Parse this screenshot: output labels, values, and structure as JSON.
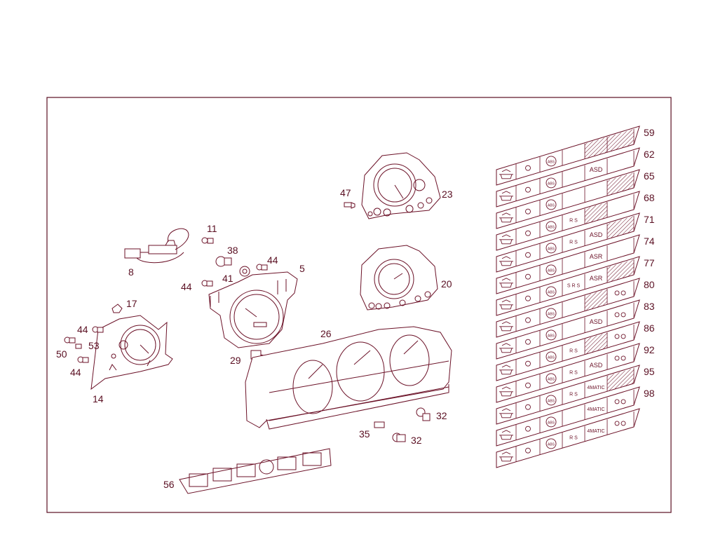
{
  "colors": {
    "line": "#6b1127",
    "label": "#5a0f22",
    "background": "#ffffff"
  },
  "parts": {
    "p5": "5",
    "p8": "8",
    "p11": "11",
    "p14": "14",
    "p17": "17",
    "p20": "20",
    "p23": "23",
    "p26": "26",
    "p29": "29",
    "p32a": "32",
    "p32b": "32",
    "p35": "35",
    "p38": "38",
    "p41": "41",
    "p44a": "44",
    "p44b": "44",
    "p44c": "44",
    "p44d": "44",
    "p47": "47",
    "p50": "50",
    "p53": "53",
    "p56": "56"
  },
  "strips": [
    {
      "num": "59",
      "rs": "",
      "code": "",
      "hatch": [
        "a",
        "b"
      ],
      "oo": false
    },
    {
      "num": "62",
      "rs": "",
      "code": "ASD",
      "hatch": [],
      "oo": false
    },
    {
      "num": "65",
      "rs": "",
      "code": "",
      "hatch": [
        "b"
      ],
      "oo": false
    },
    {
      "num": "68",
      "rs": "R S",
      "code": "",
      "hatch": [
        "a"
      ],
      "oo": false
    },
    {
      "num": "71",
      "rs": "R S",
      "code": "ASD",
      "hatch": [
        "b"
      ],
      "oo": false
    },
    {
      "num": "74",
      "rs": "",
      "code": "ASR",
      "hatch": [],
      "oo": false
    },
    {
      "num": "77",
      "rs": "S R S",
      "code": "ASR",
      "hatch": [
        "b"
      ],
      "oo": false
    },
    {
      "num": "80",
      "rs": "",
      "code": "",
      "hatch": [
        "a"
      ],
      "oo": true
    },
    {
      "num": "83",
      "rs": "",
      "code": "ASD",
      "hatch": [],
      "oo": true
    },
    {
      "num": "86",
      "rs": "R S",
      "code": "",
      "hatch": [
        "a"
      ],
      "oo": true
    },
    {
      "num": "92",
      "rs": "R S",
      "code": "ASD",
      "hatch": [],
      "oo": true
    },
    {
      "num": "95",
      "rs": "R S",
      "code": "4MATIC",
      "hatch": [
        "b"
      ],
      "oo": false
    },
    {
      "num": "98",
      "rs": "",
      "code": "4MATIC",
      "hatch": [],
      "oo": true
    },
    {
      "num": "",
      "rs": "R S",
      "code": "4MATIC",
      "hatch": [],
      "oo": true
    }
  ],
  "icons": {
    "abs": "ABS"
  }
}
